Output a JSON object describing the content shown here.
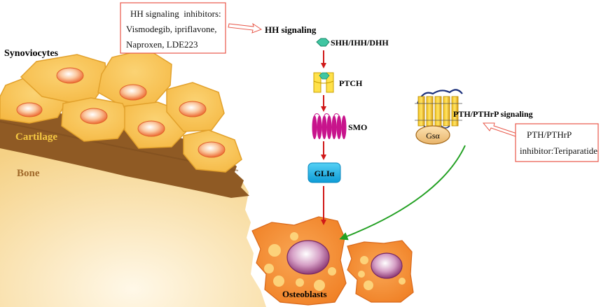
{
  "inhibitor_box": {
    "line1": "HH signaling  inhibitors:",
    "line2": "Vismodegib, ipriflavone,",
    "line3": "Naproxen, LDE223"
  },
  "hh_signaling_label": "HH signaling",
  "pathway": {
    "ligand": "SHH/IHH/DHH",
    "receptor": "PTCH",
    "transducer": "SMO",
    "transcription_factor": "GLIα"
  },
  "pth": {
    "signaling_label": "PTH/PTHrP signaling",
    "g_protein": "Gsα",
    "inhibitor_line1": "PTH/PTHrP",
    "inhibitor_line2": "inhibitor:Teriparatide"
  },
  "tissue": {
    "synoviocytes": "Synoviocytes",
    "cartilage": "Cartilage",
    "bone": "Bone",
    "osteoblasts": "Osteoblasts"
  },
  "colors": {
    "inhibitor_border": "#e8584a",
    "pathway_arrow": "#d01818",
    "pth_arrow": "#22a022",
    "cell_fill": "#f8c45a",
    "cartilage": "#8f5a24",
    "bone": "#f7d98c",
    "osteoblast": "#f48a2c",
    "gli_box": "#1ab3e6",
    "smo": "#c8148c",
    "ligand": "#3fc6a2",
    "nucleus": "#c890b0"
  }
}
